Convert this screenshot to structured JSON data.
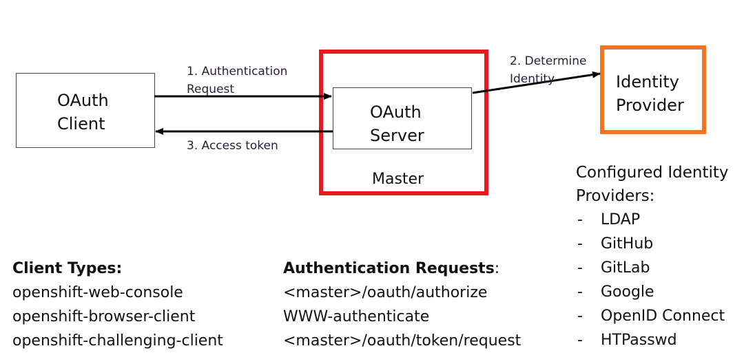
{
  "diagram": {
    "nodes": {
      "oauth_client": {
        "line1": "OAuth",
        "line2": "Client"
      },
      "oauth_server": {
        "line1": "OAuth",
        "line2": "Server"
      },
      "master": {
        "label": "Master"
      },
      "identity_provider": {
        "line1": "Identity",
        "line2": "Provider"
      }
    },
    "edges": {
      "auth_request": {
        "line1": "1. Authentication",
        "line2": "Request"
      },
      "determine_identity": {
        "line1": "2. Determine",
        "line2": "Identity"
      },
      "access_token": {
        "label": "3. Access token"
      }
    },
    "colors": {
      "master_border": "#e8191d",
      "identity_provider_border": "#f37321"
    }
  },
  "configured_providers": {
    "title": "Configured Identity Providers:",
    "items": [
      "LDAP",
      "GitHub",
      "GitLab",
      "Google",
      "OpenID Connect",
      "HTPasswd"
    ]
  },
  "client_types": {
    "title": "Client Types:",
    "items": [
      "openshift-web-console",
      "openshift-browser-client",
      "openshift-challenging-client"
    ]
  },
  "auth_requests": {
    "title": "Authentication Requests",
    "colon": ":",
    "items": [
      "<master>/oauth/authorize",
      "WWW-authenticate",
      "<master>/oauth/token/request"
    ]
  },
  "bullet": "-"
}
